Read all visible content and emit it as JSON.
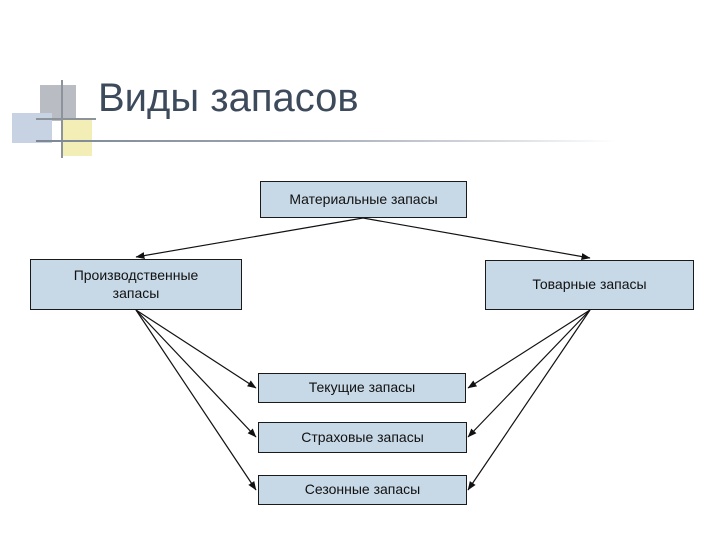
{
  "slide": {
    "title": "Виды запасов"
  },
  "diagram": {
    "nodes": {
      "material": "Материальные запасы",
      "production": "Производственные запасы",
      "commodity": "Товарные запасы",
      "current": "Текущие запасы",
      "insurance": "Страховые запасы",
      "seasonal": "Сезонные запасы"
    },
    "edges": [
      {
        "from": "material",
        "to": "production"
      },
      {
        "from": "material",
        "to": "commodity"
      },
      {
        "from": "production",
        "to": "current"
      },
      {
        "from": "production",
        "to": "insurance"
      },
      {
        "from": "production",
        "to": "seasonal"
      },
      {
        "from": "commodity",
        "to": "current"
      },
      {
        "from": "commodity",
        "to": "insurance"
      },
      {
        "from": "commodity",
        "to": "seasonal"
      }
    ]
  }
}
